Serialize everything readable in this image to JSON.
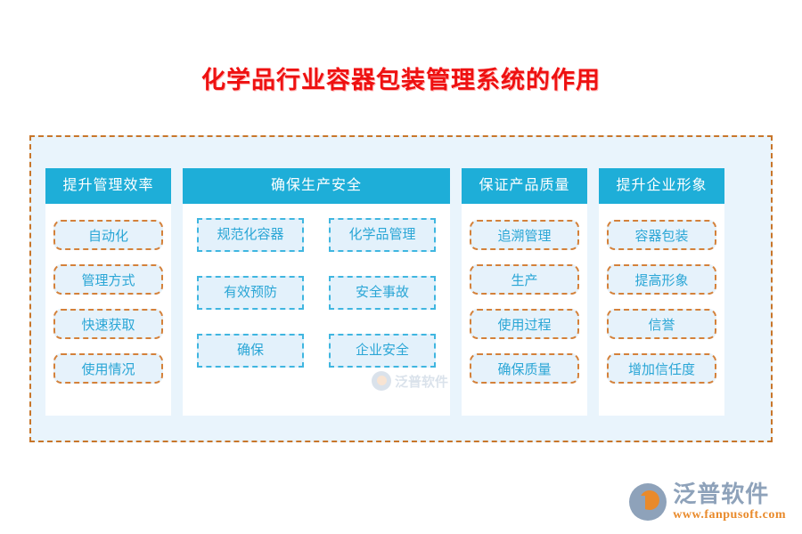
{
  "title": "化学品行业容器包装管理系统的作用",
  "theme": {
    "title_color": "#ee1111",
    "header_bar_color": "#1eaed8",
    "item_text_color": "#2aa6d6",
    "orange_dash_color": "#d4813a",
    "blue_dash_color": "#3fb6e0",
    "frame_bg_color": "#e9f4fc",
    "panel_bg_color": "#ffffff"
  },
  "columns": [
    {
      "header": "提升管理效率",
      "style": "single",
      "items": [
        "自动化",
        "管理方式",
        "快速获取",
        "使用情况"
      ]
    },
    {
      "header": "确保生产安全",
      "style": "grid",
      "items": [
        "规范化容器",
        "化学品管理",
        "有效预防",
        "安全事故",
        "确保",
        "企业安全"
      ]
    },
    {
      "header": "保证产品质量",
      "style": "single",
      "items": [
        "追溯管理",
        "生产",
        "使用过程",
        "确保质量"
      ]
    },
    {
      "header": "提升企业形象",
      "style": "single",
      "items": [
        "容器包装",
        "提高形象",
        "信誉",
        "增加信任度"
      ]
    }
  ],
  "watermark": {
    "text": "泛普软件"
  },
  "brand": {
    "name": "泛普软件",
    "url": "www.fanpusoft.com"
  }
}
